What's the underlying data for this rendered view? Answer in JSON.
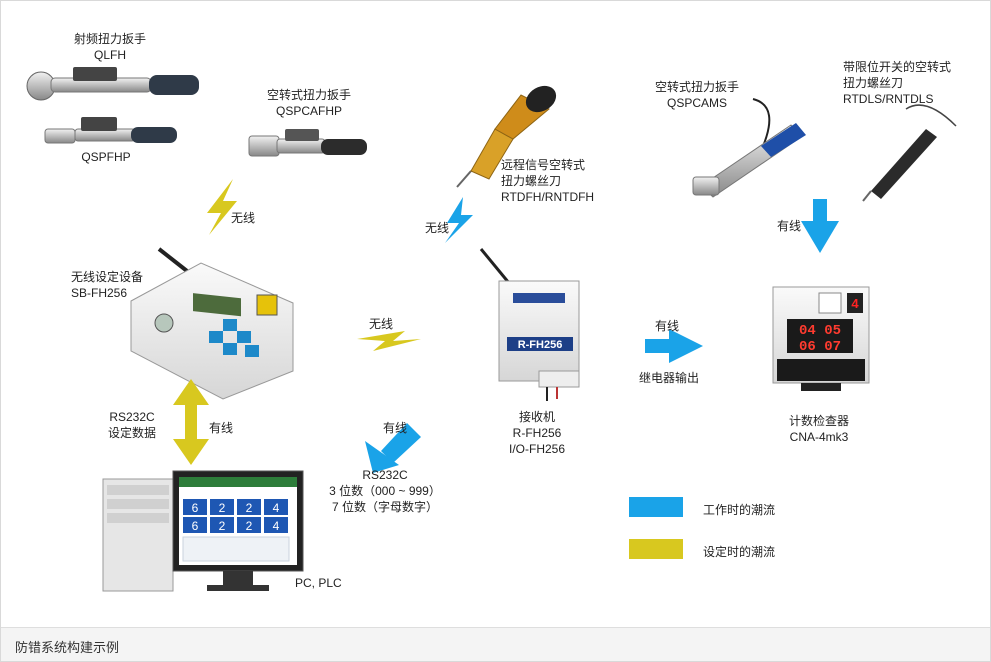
{
  "caption": "防错系统构建示例",
  "devices": {
    "qlfh": {
      "line1": "射频扭力扳手",
      "line2": "QLFH"
    },
    "qspfhp": {
      "label": "QSPFHP"
    },
    "qspcafhp": {
      "line1": "空转式扭力扳手",
      "line2": "QSPCAFHP"
    },
    "rtdfh": {
      "line1": "远程信号空转式",
      "line2": "扭力螺丝刀",
      "line3": "RTDFH/RNTDFH"
    },
    "qspcams": {
      "line1": "空转式扭力扳手",
      "line2": "QSPCAMS"
    },
    "rtdls": {
      "line1": "带限位开关的空转式",
      "line2": "扭力螺丝刀",
      "line3": "RTDLS/RNTDLS"
    },
    "sb": {
      "line1": "无线设定设备",
      "line2": "SB-FH256"
    },
    "receiver": {
      "line1": "接收机",
      "line2": "R-FH256",
      "line3": "I/O-FH256",
      "panel_text": "R-FH256"
    },
    "counter": {
      "line1": "计数检查器",
      "line2": "CNA-4mk3",
      "digits_top": "04 05",
      "digits_bottom": "06 07",
      "small_digit": "4"
    },
    "pc": {
      "label": "PC, PLC"
    }
  },
  "links": {
    "wireless_1": "无线",
    "wireless_2": "无线",
    "wireless_3": "无线",
    "wired_1": "有线",
    "wired_2": "有线",
    "wired_3": "有线",
    "wired_4": "有线",
    "relay": "继电器输出",
    "rs232_left": {
      "line1": "RS232C",
      "line2": "设定数据"
    },
    "rs232_right": {
      "line1": "RS232C",
      "line2": "3 位数（000 ~ 999）",
      "line3": "7 位数（字母数字）"
    }
  },
  "legend": {
    "work_flow": {
      "label": "工作时的潮流",
      "color": "#1aa3e8"
    },
    "setting_flow": {
      "label": "设定时的潮流",
      "color": "#d8c81f"
    }
  },
  "monitor": {
    "digits": [
      "6",
      "2",
      "2",
      "4",
      "6",
      "2",
      "2",
      "4"
    ]
  }
}
